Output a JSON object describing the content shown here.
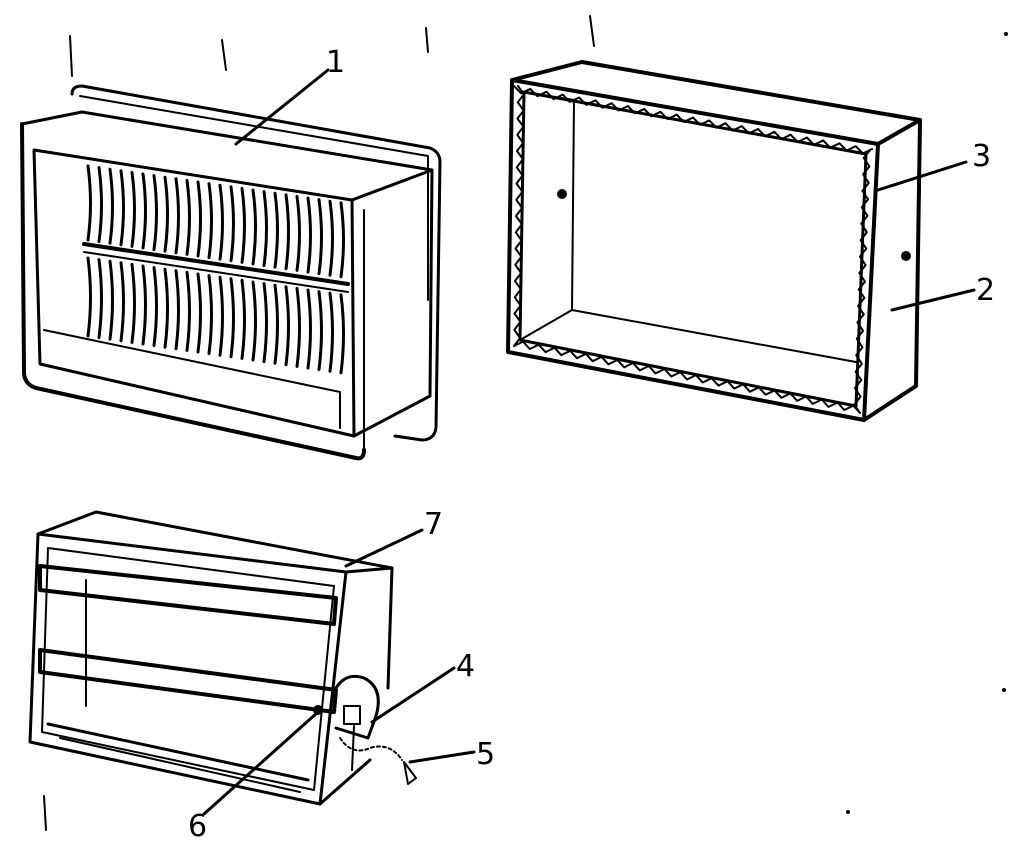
{
  "diagram": {
    "title": "",
    "callouts": [
      {
        "id": "c1",
        "text": "1",
        "part": "grille"
      },
      {
        "id": "c2",
        "text": "2",
        "part": "sleeve"
      },
      {
        "id": "c3",
        "text": "3",
        "part": "sleeve-lining"
      },
      {
        "id": "c4",
        "text": "4",
        "part": "damper-motor"
      },
      {
        "id": "c5",
        "text": "5",
        "part": "damper-linkage"
      },
      {
        "id": "c6",
        "text": "6",
        "part": "damper-shaft"
      },
      {
        "id": "c7",
        "text": "7",
        "part": "damper-assembly"
      }
    ]
  },
  "colors": {
    "ink": "#000000",
    "paper": "#ffffff"
  }
}
